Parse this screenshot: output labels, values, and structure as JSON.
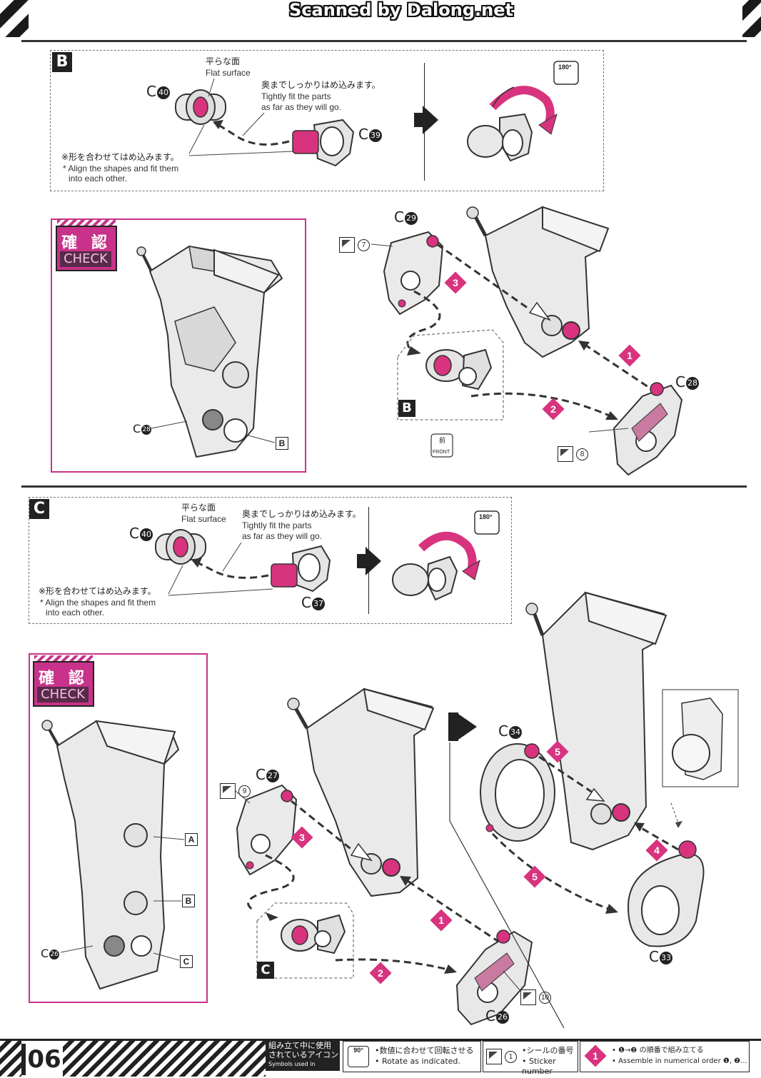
{
  "header": {
    "title": "Scanned by Dalong.net"
  },
  "page_number": "06",
  "panel_b": {
    "letter": "B",
    "flat_surface_jp": "平らな面",
    "flat_surface_en": "Flat surface",
    "fit_jp": "奥までしっかりはめ込みます。",
    "fit_en_1": "Tightly fit the parts",
    "fit_en_2": "as far as they will go.",
    "align_jp": "※形を合わせてはめ込みます。",
    "align_en_1": "* Align the shapes and fit them",
    "align_en_2": "into each other.",
    "part_a_letter": "C",
    "part_a_num": "40",
    "part_b_letter": "C",
    "part_b_num": "39",
    "rotate_label": "180°"
  },
  "check_b": {
    "badge_jp": "確 認",
    "badge_en": "CHECK",
    "part_letter": "C",
    "part_num": "28",
    "marker": "B"
  },
  "assembly_b": {
    "part_top_letter": "C",
    "part_top_num": "29",
    "part_bottom_letter": "C",
    "part_bottom_num": "28",
    "sticker_1": "7",
    "sticker_2": "8",
    "steps": [
      "3",
      "1",
      "2"
    ],
    "sub_marker": "B",
    "front_jp": "前",
    "front_en": "FRONT"
  },
  "panel_c": {
    "letter": "C",
    "flat_surface_jp": "平らな面",
    "flat_surface_en": "Flat surface",
    "fit_jp": "奥までしっかりはめ込みます。",
    "fit_en_1": "Tightly fit the parts",
    "fit_en_2": "as far as they will go.",
    "align_jp": "※形を合わせてはめ込みます。",
    "align_en_1": "* Align the shapes and fit them",
    "align_en_2": "into each other.",
    "part_a_letter": "C",
    "part_a_num": "40",
    "part_b_letter": "C",
    "part_b_num": "37",
    "rotate_label": "180°"
  },
  "check_c": {
    "badge_jp": "確 認",
    "badge_en": "CHECK",
    "part_letter": "C",
    "part_num": "26",
    "markers": [
      "A",
      "B",
      "C"
    ]
  },
  "assembly_c": {
    "part_top_letter": "C",
    "part_top_num": "27",
    "part_bottom_letter": "C",
    "part_bottom_num": "26",
    "part_ring_letter": "C",
    "part_ring_num": "34",
    "part_ring2_letter": "C",
    "part_ring2_num": "33",
    "sticker_1": "9",
    "sticker_2": "10",
    "steps_left": [
      "3",
      "1",
      "2"
    ],
    "steps_right": [
      "5",
      "4",
      "5"
    ],
    "sub_marker": "C"
  },
  "legend": {
    "icons_jp_1": "組み立て中に使用",
    "icons_jp_2": "されているアイコン",
    "icons_en": "Symbols used in instructions",
    "rotate_value": "90°",
    "rotate_jp": "•数値に合わせて回転させる",
    "rotate_en": "• Rotate as indicated.",
    "sticker_num": "1",
    "sticker_jp": "•シールの番号",
    "sticker_en": "• Sticker number",
    "order_num": "1",
    "order_jp": "• ❶→❷ の順番で組み立てる",
    "order_en": "• Assemble in numerical order ❶, ❷..."
  },
  "colors": {
    "accent": "#d8337e",
    "check_border": "#c8328a",
    "ink": "#222222"
  }
}
